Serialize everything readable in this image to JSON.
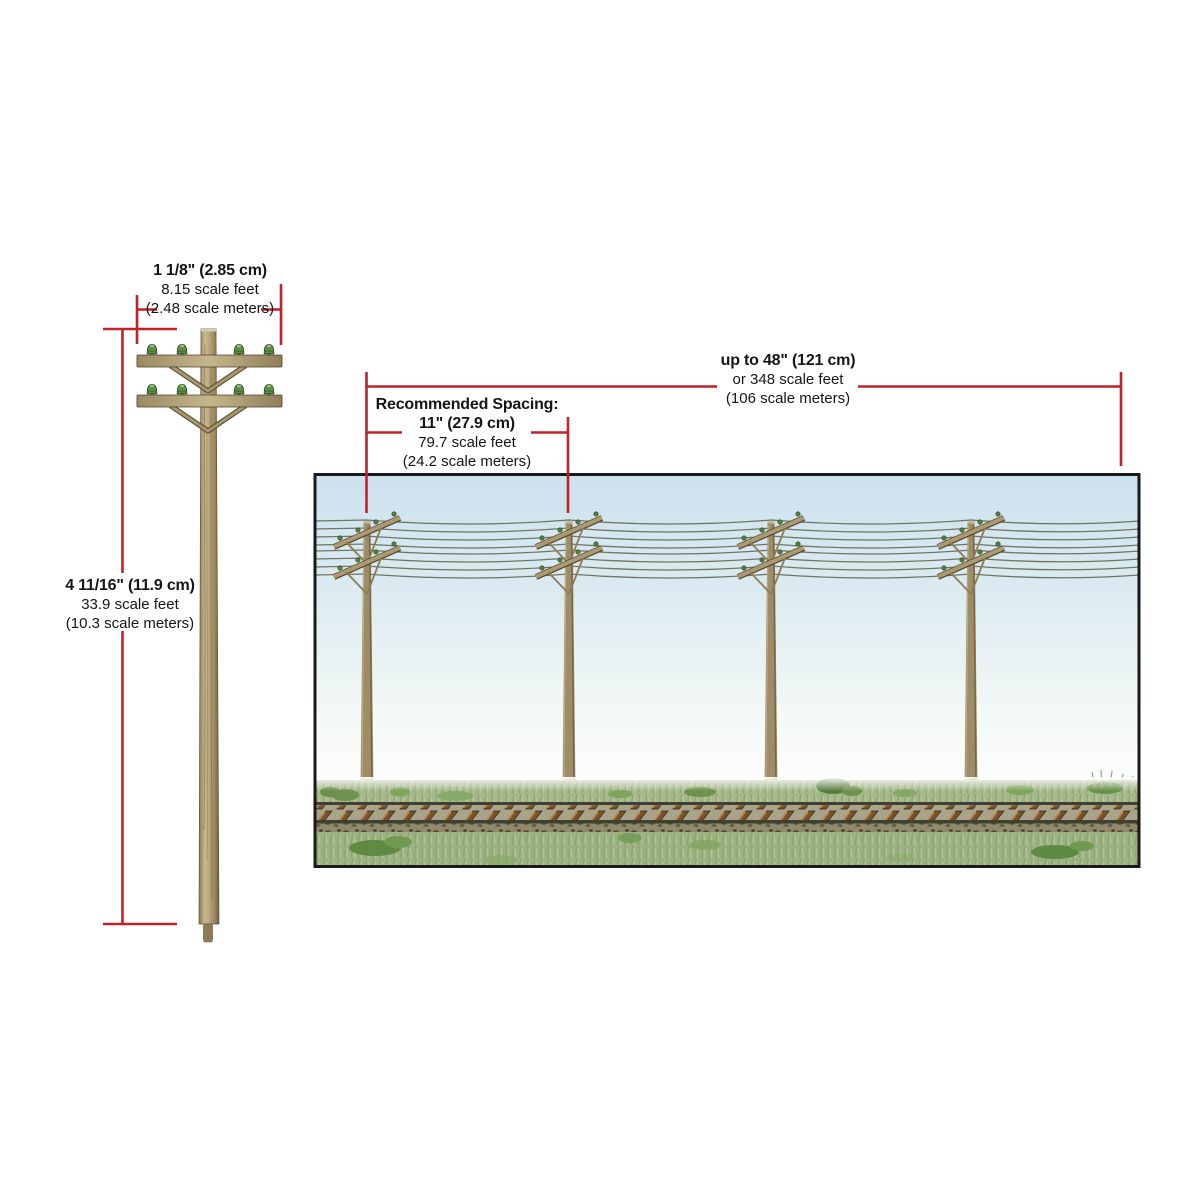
{
  "diagram": {
    "crossarm_width": {
      "dimension": "1 1/8\" (2.85 cm)",
      "scale_feet": "8.15 scale feet",
      "scale_meters": "(2.48 scale meters)"
    },
    "pole_height": {
      "dimension": "4 11/16\" (11.9 cm)",
      "scale_feet": "33.9 scale feet",
      "scale_meters": "(10.3 scale meters)"
    },
    "max_spacing": {
      "dimension": "up to 48\" (121 cm)",
      "scale_feet": "or 348 scale feet",
      "scale_meters": "(106 scale meters)"
    },
    "recommended_spacing": {
      "heading": "Recommended Spacing:",
      "dimension": "11\" (27.9 cm)",
      "scale_feet": "79.7 scale feet",
      "scale_meters": "(24.2 scale meters)"
    },
    "colors": {
      "dimension_line_red": "#bf2329",
      "text": "#151515",
      "frame_black": "#1a1a1a",
      "sky_top": "#cbe1ee",
      "grass_green": "#9db283",
      "bush_green": "#5f8a43",
      "pole_wood": "#b3a27d",
      "insulator_green": "#5c8f46",
      "tie_brown": "#7b5229"
    }
  }
}
